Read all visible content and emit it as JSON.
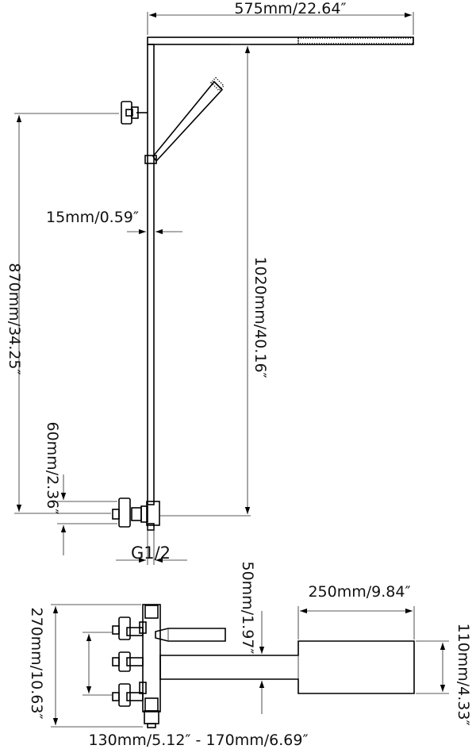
{
  "dimensions": {
    "arm_length": "575mm/22.64″",
    "total_height": "1020mm/40.16″",
    "handheld_height": "870mm/34.25″",
    "pipe_diameter": "15mm/0.59″",
    "inlet_spacing": "60mm/2.36″",
    "thread": "G1/2",
    "spout_depth": "50mm/1.97″",
    "spout_length": "250mm/9.84″",
    "spout_width": "110mm/4.33″",
    "mixer_height": "270mm/10.63″",
    "center_distance": "130mm/5.12″ - 170mm/6.69″"
  }
}
